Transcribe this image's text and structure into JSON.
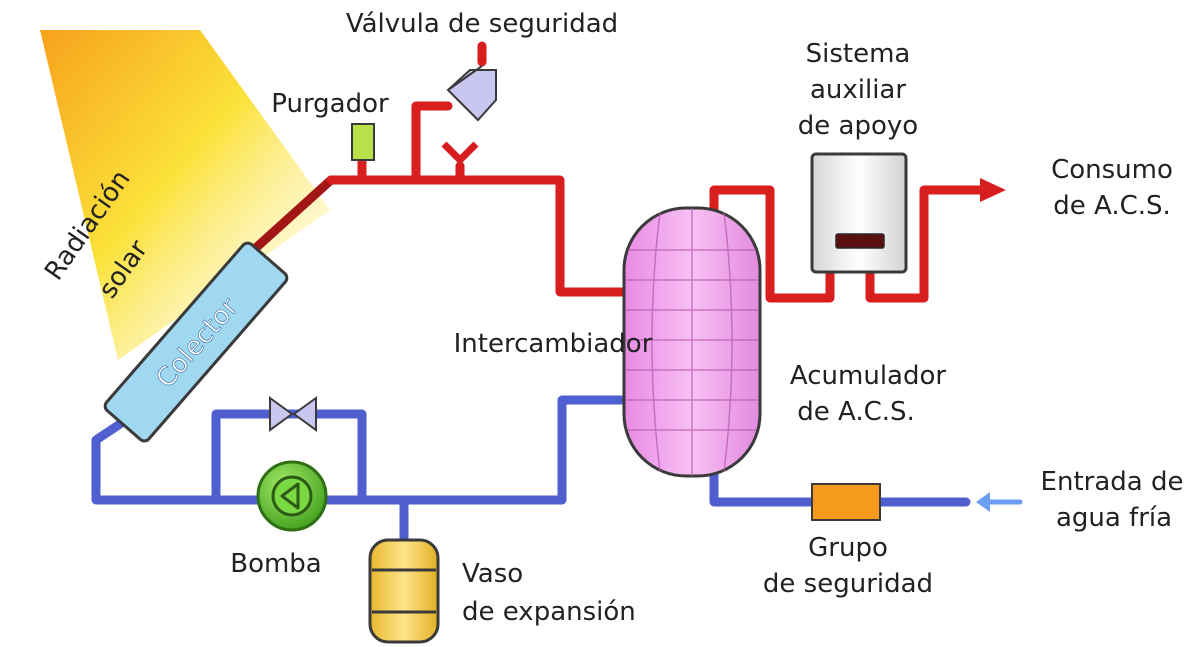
{
  "labels": {
    "safety_valve": "Válvula de seguridad",
    "purger": "Purgador",
    "aux_line1": "Sistema",
    "aux_line2": "auxiliar",
    "aux_line3": "de apoyo",
    "consumption_line1": "Consumo",
    "consumption_line2": "de A.C.S.",
    "radiation_line1": "Radiación",
    "radiation_line2": "solar",
    "collector": "Colector",
    "exchanger": "Intercambiador",
    "accumulator_line1": "Acumulador",
    "accumulator_line2": "de A.C.S.",
    "inlet_line1": "Entrada de",
    "inlet_line2": "agua fría",
    "safety_group_line1": "Grupo",
    "safety_group_line2": "de seguridad",
    "pump": "Bomba",
    "expansion_line1": "Vaso",
    "expansion_line2": "de expansión"
  },
  "colors": {
    "hot_pipe": "#d81e1e",
    "cold_pipe": "#4f5fd0",
    "collector": "#9fd8f0",
    "accumulator": "#f4a8f0",
    "pump": "#6fcf3a",
    "expansion_vessel": "#f8d860",
    "safety_group": "#f59a1a",
    "purger": "#b8e04a",
    "valve": "#c9c6f0"
  }
}
